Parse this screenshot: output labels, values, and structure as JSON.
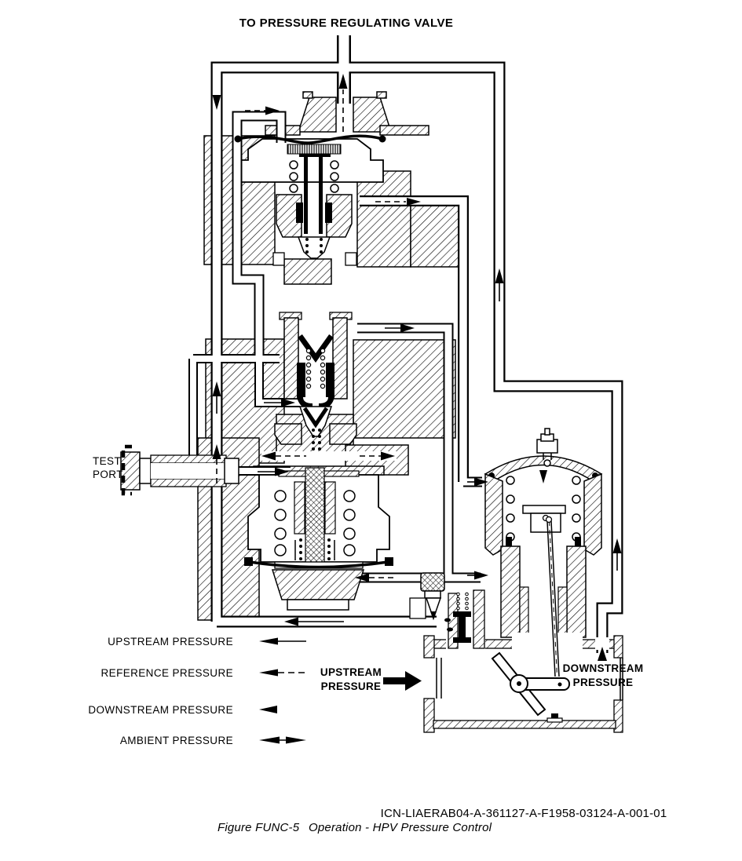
{
  "figure": {
    "top_label": "TO PRESSURE REGULATING VALVE",
    "test_port": {
      "line1": "TEST",
      "line2": "PORT"
    },
    "inlet_label": {
      "line1": "UPSTREAM",
      "line2": "PRESSURE"
    },
    "outlet_label": {
      "line1": "DOWNSTREAM",
      "line2": "PRESSURE"
    },
    "legend": {
      "items": [
        {
          "label": "UPSTREAM PRESSURE",
          "symbol": "solid-left-arrow"
        },
        {
          "label": "REFERENCE PRESSURE",
          "symbol": "dashed-left-arrow"
        },
        {
          "label": "DOWNSTREAM PRESSURE",
          "symbol": "solid-arrowhead-left"
        },
        {
          "label": "AMBIENT PRESSURE",
          "symbol": "double-headed-arrow"
        }
      ]
    },
    "caption": {
      "icn": "ICN-LIAERAB04-A-361127-A-F1958-03124-A-001-01",
      "figure_label": "Figure FUNC-5",
      "figure_title": "Operation - HPV Pressure Control"
    },
    "colors": {
      "line": "#000000",
      "background": "#ffffff"
    }
  }
}
